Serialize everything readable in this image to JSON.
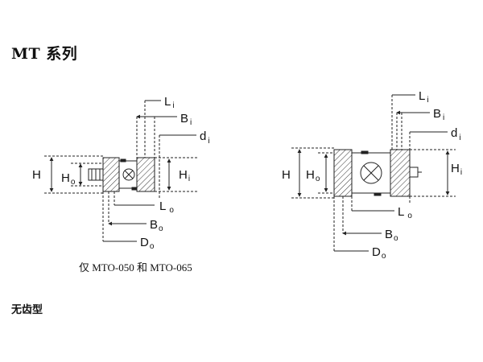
{
  "title": "MT 系列",
  "caption": "仅 MTO-050 和 MTO-065",
  "subtitle": "无齿型",
  "left_drawing": {
    "labels": {
      "Li": [
        "L",
        "i"
      ],
      "Bi": [
        "B",
        "i"
      ],
      "di": [
        "d",
        "i"
      ],
      "H": [
        "H",
        ""
      ],
      "Ho": [
        "H",
        "o"
      ],
      "Hi": [
        "H",
        "i"
      ],
      "Lo": [
        "L",
        "o"
      ],
      "Bo": [
        "B",
        "o"
      ],
      "Do": [
        "D",
        "o"
      ]
    }
  },
  "right_drawing": {
    "labels": {
      "Li": [
        "L",
        "i"
      ],
      "Bi": [
        "B",
        "i"
      ],
      "di": [
        "d",
        "i"
      ],
      "H": [
        "H",
        ""
      ],
      "Ho": [
        "H",
        "o"
      ],
      "Hi": [
        "H",
        "i"
      ],
      "Lo": [
        "L",
        "o"
      ],
      "Bo": [
        "B",
        "o"
      ],
      "Do": [
        "D",
        "o"
      ]
    }
  }
}
